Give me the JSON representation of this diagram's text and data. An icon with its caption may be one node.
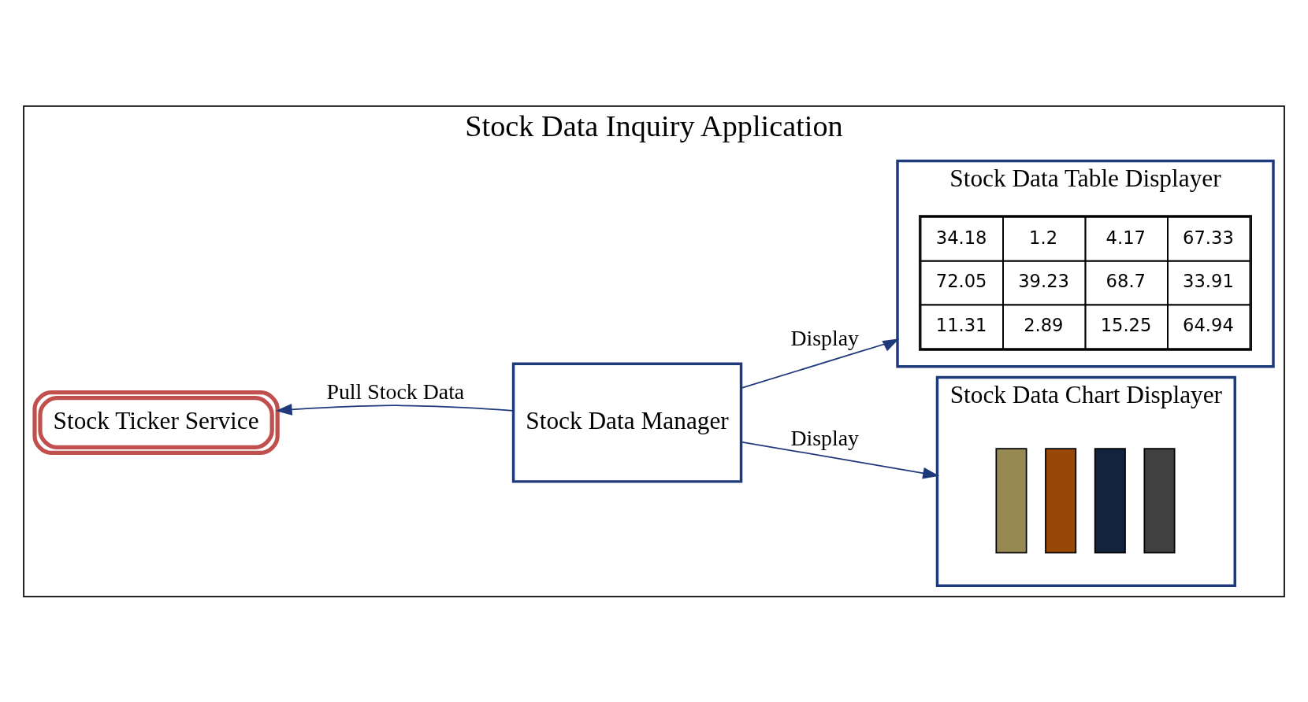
{
  "diagram": {
    "nodes": [
      {
        "text": [
          "Stock Data Inquiry Application"
        ]
      },
      {
        "text": [
          "Stock Ticker Service"
        ],
        "in": 0
      },
      {
        "text": [
          "Stock Data Manager"
        ],
        "in": 0
      },
      {
        "text": [
          "Stock Data Chart Displayer"
        ],
        "in": 0
      },
      {
        "text": [
          "Stock Data Table Displayer"
        ],
        "in": 0
      },
      {
        "text": [],
        "shape": "picture",
        "in": 3
      }
    ],
    "edges": [
      {
        "from": 2,
        "to": 1,
        "arrow": "to",
        "label": "Pull Stock Data"
      },
      {
        "from": 2,
        "to": 3,
        "arrow": "to",
        "label": "Display"
      },
      {
        "from": 2,
        "to": 4,
        "arrow": "to",
        "label": "Display"
      }
    ],
    "labels": [
      "34.18",
      "1.2",
      "4.17",
      "67.33",
      "72.05",
      "39.23",
      "68.7",
      "33.91",
      "11.31",
      "2.89",
      "15.25",
      "64.94"
    ]
  }
}
